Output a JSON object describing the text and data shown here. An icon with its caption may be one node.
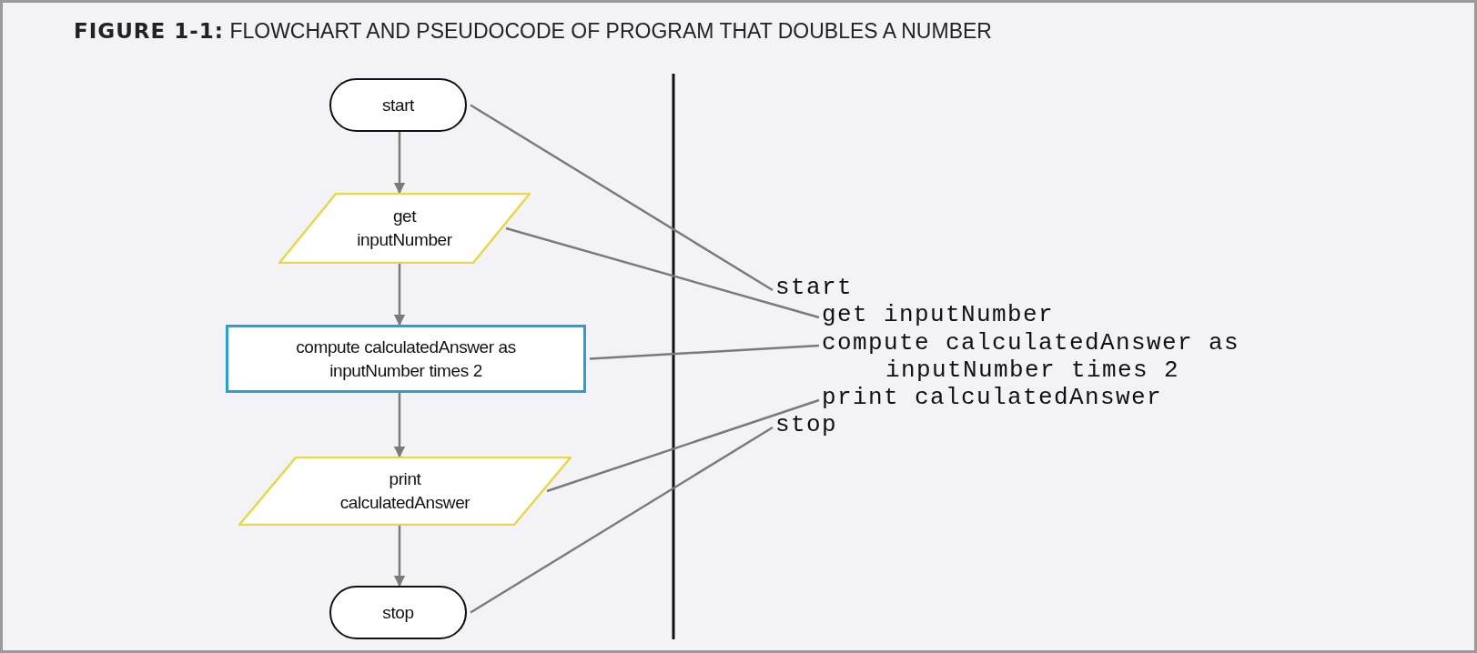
{
  "diagram": {
    "title": "**FIGURE 1-1:** FLOWCHART AND PSEUDOCODE OF PROGRAM THAT DOUBLES A NUMBER",
    "nodes": [
      {
        "text": [
          "start"
        ]
      },
      {
        "text": [
          "get inputNumber"
        ]
      },
      {
        "text": [
          "compute calculatedAnswer as inputNumber times 2"
        ]
      },
      {
        "text": [
          "print calculatedAnswer"
        ]
      },
      {
        "text": [
          "stop"
        ]
      },
      {
        "text": [
          "start"
        ]
      },
      {
        "text": [
          "get inputNumber"
        ]
      },
      {
        "text": [
          "compute calculatedAnswer as inputNumber times 2"
        ]
      },
      {
        "text": [
          "print calculatedAnswer"
        ]
      },
      {
        "text": [
          "stop"
        ]
      }
    ],
    "edges": [
      {
        "from": 0,
        "to": 1,
        "arrow": "to"
      },
      {
        "from": 1,
        "to": 2,
        "arrow": "to"
      },
      {
        "from": 2,
        "to": 3,
        "arrow": "to"
      },
      {
        "from": 3,
        "to": 4,
        "arrow": "to"
      },
      {
        "from": 0,
        "to": 5,
        "arrow": "none"
      },
      {
        "from": 1,
        "to": 6,
        "arrow": "none"
      },
      {
        "from": 2,
        "to": 7,
        "arrow": "none"
      },
      {
        "from": 3,
        "to": 8,
        "arrow": "none"
      },
      {
        "from": 4,
        "to": 9,
        "arrow": "none"
      }
    ]
  }
}
